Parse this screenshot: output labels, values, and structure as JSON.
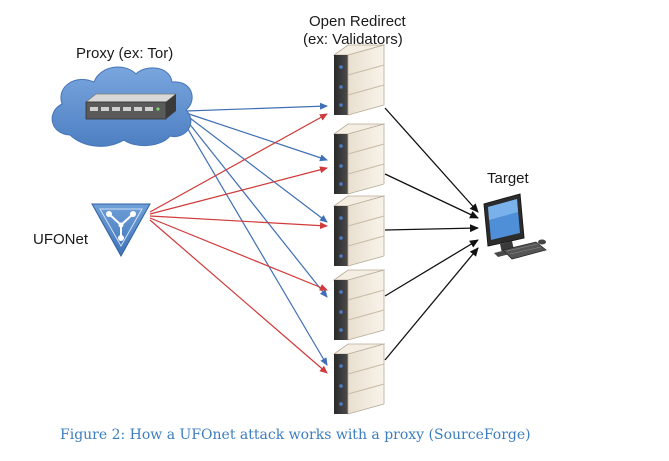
{
  "labels": {
    "proxy": "Proxy (ex: Tor)",
    "open_redirect_line1": "Open Redirect",
    "open_redirect_line2": "(ex: Validators)",
    "ufonet": "UFONet",
    "target": "Target"
  },
  "caption": "Figure 2: How a UFOnet attack works with a proxy (SourceForge)",
  "colors": {
    "proxy_arrows": "#3f6fb5",
    "ufonet_arrows": "#d03a3a",
    "redirect_arrows": "#111111",
    "cloud": "#5f8fd0",
    "caption": "#3c7dbf"
  },
  "icons": [
    "cloud-icon",
    "network-switch-icon",
    "ufonet-logo-icon",
    "server-icon",
    "computer-monitor-icon"
  ]
}
